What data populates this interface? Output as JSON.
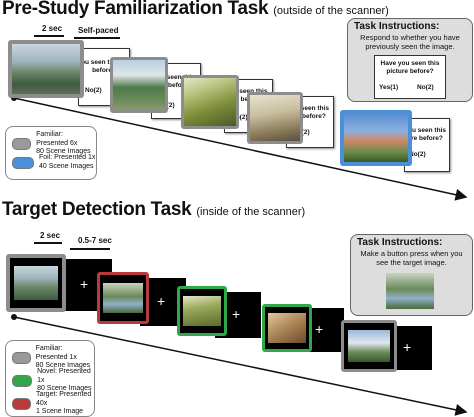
{
  "pre_study": {
    "title": "Pre-Study Familiarization Task",
    "subtitle": "(outside of the scanner)",
    "time_label_image": "2 sec",
    "time_label_response": "Self-paced",
    "question": "Have you seen this picture before?",
    "question_short": "ou seen this re before?",
    "yes_label": "Yes(1)",
    "no_label": "No(2)",
    "instructions_title": "Task Instructions:",
    "instructions_text": "Respond to whether you have previously seen the image.",
    "legend": [
      {
        "line1": "Familiar: Presented 6x",
        "line2": "80 Scene Images",
        "color": "#9a9a9a"
      },
      {
        "line1": "Foil: Presented 1x",
        "line2": "40 Scene Images",
        "color": "#4a90d9"
      }
    ]
  },
  "target_detection": {
    "title": "Target Detection Task",
    "subtitle": "(inside of the scanner)",
    "time_label_image": "2 sec",
    "time_label_fixation": "0.5-7 sec",
    "fixation_symbol": "+",
    "instructions_title": "Task Instructions:",
    "instructions_text": "Make a button press when you see the target image.",
    "legend": [
      {
        "line1": "Familiar: Presented 1x",
        "line2": "80 Scene Images",
        "color": "#9a9a9a"
      },
      {
        "line1": "Novel: Presented 1x",
        "line2": "80 Scene Images",
        "color": "#2fa84a"
      },
      {
        "line1": "Target: Presented 40x",
        "line2": "1 Scene Image",
        "color": "#b83a3a"
      }
    ]
  },
  "colors": {
    "familiar": "#9a9a9a",
    "foil": "#4a90d9",
    "novel": "#2fa84a",
    "target": "#b83a3a",
    "instructions_bg": "#dddddd"
  },
  "icons": [
    "timeline-arrow",
    "scene-photo",
    "fixation-cross"
  ]
}
